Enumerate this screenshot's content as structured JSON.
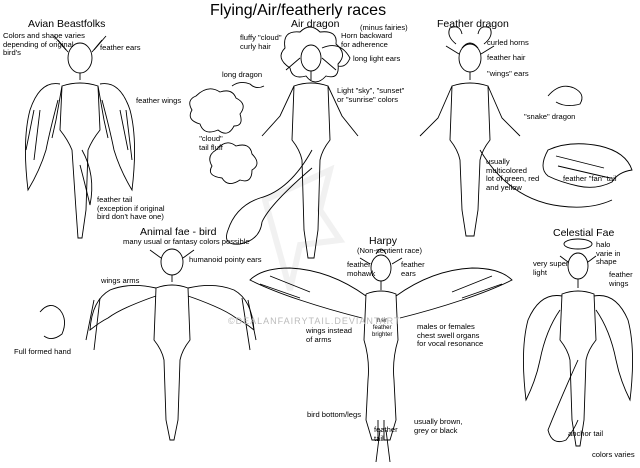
{
  "title": "Flying/Air/featherly races",
  "subtitle": "(minus fairies)",
  "sections": {
    "avian": {
      "heading": "Avian Beastfolks",
      "notes": {
        "colors": "Colors and shape varies\ndepending of original\nbird's",
        "ears": "feather ears",
        "wings": "feather wings",
        "tail": "feather tail\n(exception if original\nbird don't have one)"
      }
    },
    "air_dragon": {
      "heading": "Air dragon",
      "notes": {
        "hair": "fluffy \"cloud\"\ncurly hair",
        "horn": "Horn backward\nfor adherence",
        "ears": "long light ears",
        "long_dragon": "long dragon",
        "colors": "Light \"sky\", \"sunset\"\nor \"sunrise\" colors",
        "tail": "\"cloud\"\ntail fluff"
      }
    },
    "feather_dragon": {
      "heading": "Feather dragon",
      "notes": {
        "horns": "curled horns",
        "hair": "feather hair",
        "ears": "\"wings\" ears",
        "snake": "\"snake\" dragon",
        "colors": "usually\nmulticolored\nlot of green, red\nand yellow",
        "tail": "feather \"fan\" tail"
      }
    },
    "animal_fae": {
      "heading": "Animal fae - bird",
      "notes": {
        "possible": "many usual or fantasy colors possible",
        "ears": "humanoid pointy ears",
        "wings": "wings arms",
        "hand": "Full formed hand"
      }
    },
    "harpy": {
      "heading": "Harpy",
      "subheading": "(Non-sentient race)",
      "notes": {
        "mohawk": "feather\nmohawk",
        "ears": "feather\nears",
        "hair": "hair\nfeather\nbrighter",
        "wings": "wings instead\nof arms",
        "organs": "males or females\nchest swell organs\nfor vocal resonance",
        "legs": "bird bottom/legs",
        "colors": "usually brown,\ngrey or black",
        "tail": "feather\ntail"
      }
    },
    "celestial": {
      "heading": "Celestial Fae",
      "notes": {
        "halo": "halo\nvarie in shape",
        "light": "very super\nlight",
        "wings": "feather\nwings",
        "tail": "anchor tail",
        "colors": "colors varies"
      }
    }
  },
  "watermark": "©DEALANFAIRYTAIL.DEVIANTART"
}
